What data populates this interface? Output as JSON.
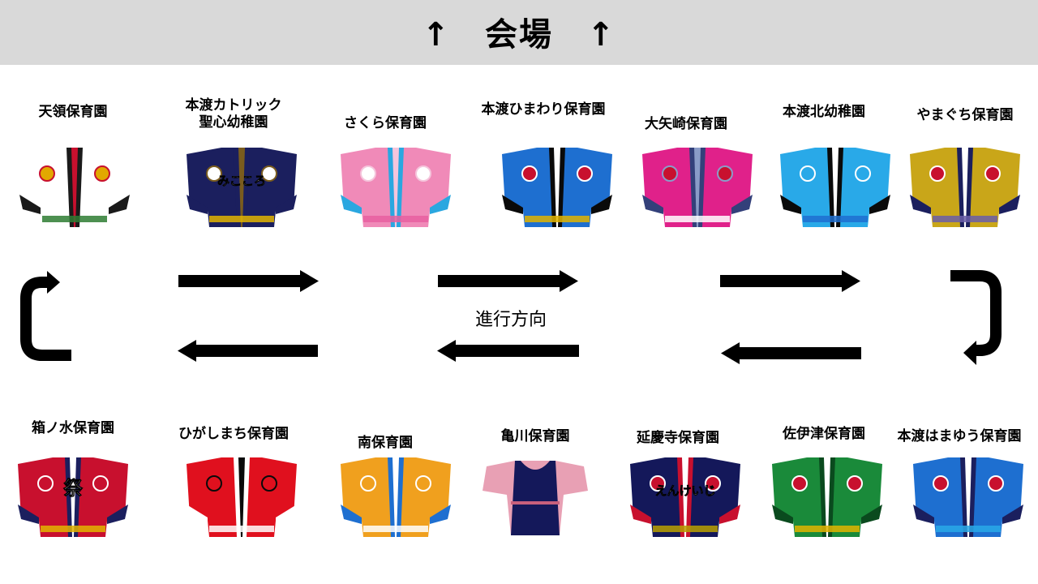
{
  "header": {
    "title": "↑　会場　↑"
  },
  "direction_label": "進行方向",
  "top_row": [
    {
      "name": "天領保育園",
      "colors": [
        "#ffffff",
        "#1a1a1a",
        "#c8102e",
        "#e2a800",
        "#2e7d32"
      ],
      "icon": "happi-coat-icon"
    },
    {
      "name": "本渡カトリック\n聖心幼稚園",
      "colors": [
        "#1b1f5e",
        "#1b1f5e",
        "#7a5c1e",
        "#ffffff",
        "#e2b400"
      ],
      "text": "みこころ",
      "icon": "happi-coat-icon"
    },
    {
      "name": "さくら保育園",
      "colors": [
        "#f08ab8",
        "#2aa7e0",
        "#f5c5dc",
        "#ffffff",
        "#e85fa0"
      ],
      "icon": "happi-coat-icon"
    },
    {
      "name": "本渡ひまわり保育園",
      "colors": [
        "#1e6fd0",
        "#0a0a0a",
        "#ffffff",
        "#c8102e",
        "#e2b400"
      ],
      "icon": "happi-coat-icon"
    },
    {
      "name": "大矢崎保育園",
      "colors": [
        "#e0218a",
        "#33407a",
        "#8a9cc8",
        "#c8102e",
        "#ffffff"
      ],
      "icon": "happi-coat-icon"
    },
    {
      "name": "本渡北幼稚園",
      "colors": [
        "#29a9e8",
        "#0a0a0a",
        "#ffffff",
        "#29a9e8",
        "#1e6fd0"
      ],
      "icon": "happi-coat-icon"
    },
    {
      "name": "やまぐち保育園",
      "colors": [
        "#c9a619",
        "#1b1f5e",
        "#ffffff",
        "#c8102e",
        "#6a5ea8"
      ],
      "icon": "happi-coat-icon"
    }
  ],
  "bottom_row": [
    {
      "name": "箱ノ水保育園",
      "colors": [
        "#c8102e",
        "#1b1f5e",
        "#ffffff",
        "#c8102e",
        "#e2b400"
      ],
      "text": "祭",
      "icon": "happi-coat-icon"
    },
    {
      "name": "ひがしまち保育園",
      "colors": [
        "#e0101e",
        "#ffffff",
        "#0a0a0a",
        "#e0101e",
        "#ffffff"
      ],
      "icon": "happi-coat-icon"
    },
    {
      "name": "南保育園",
      "colors": [
        "#f0a01e",
        "#1e6fd0",
        "#ffffff",
        "#f0a01e",
        "#ffffff"
      ],
      "icon": "happi-coat-icon"
    },
    {
      "name": "亀川保育園",
      "colors": [
        "#e8a0b4",
        "#14185a",
        "#c8607c",
        "#14185a",
        "#ffffff"
      ],
      "icon": "apron-icon"
    },
    {
      "name": "延慶寺保育園",
      "colors": [
        "#14185a",
        "#c8102e",
        "#ffffff",
        "#c8102e",
        "#b8a000"
      ],
      "text": "えんけいじ",
      "icon": "happi-coat-icon"
    },
    {
      "name": "佐伊津保育園",
      "colors": [
        "#1a8a3a",
        "#0a4a1e",
        "#ffffff",
        "#c8102e",
        "#e2b400"
      ],
      "icon": "happi-coat-icon"
    },
    {
      "name": "本渡はまゆう保育園",
      "colors": [
        "#1e6fd0",
        "#1b1f5e",
        "#ffffff",
        "#c8102e",
        "#29a9e8"
      ],
      "icon": "happi-coat-icon"
    }
  ]
}
